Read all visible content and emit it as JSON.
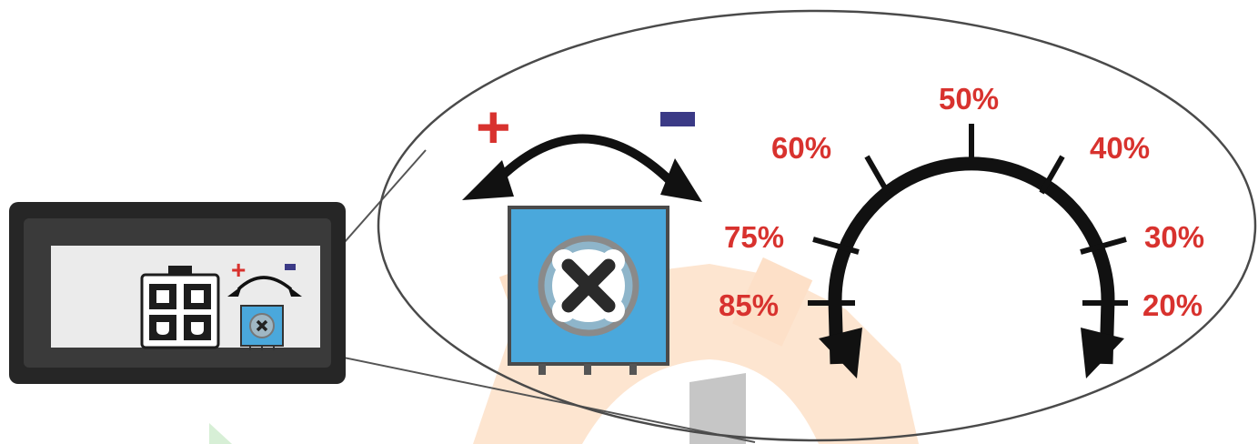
{
  "colors": {
    "label_red": "#d8322e",
    "plus_red": "#d8322e",
    "minus_blue": "#3b3a86",
    "pot_blue": "#4aa8dc",
    "housing_dark": "#2b2b2b",
    "panel_light": "#ebebeb",
    "watermark_orange": "#fde0c8",
    "watermark_green": "#d7efd6"
  },
  "small_pot": {
    "plus": "+",
    "minus": "-"
  },
  "large_pot": {
    "plus": "+",
    "minus": "-"
  },
  "dial": {
    "labels": [
      {
        "text": "85%"
      },
      {
        "text": "75%"
      },
      {
        "text": "60%"
      },
      {
        "text": "50%"
      },
      {
        "text": "40%"
      },
      {
        "text": "30%"
      },
      {
        "text": "20%"
      }
    ]
  },
  "icons": [
    "screw-x-icon",
    "curved-arrow-icon",
    "connector-icon"
  ]
}
